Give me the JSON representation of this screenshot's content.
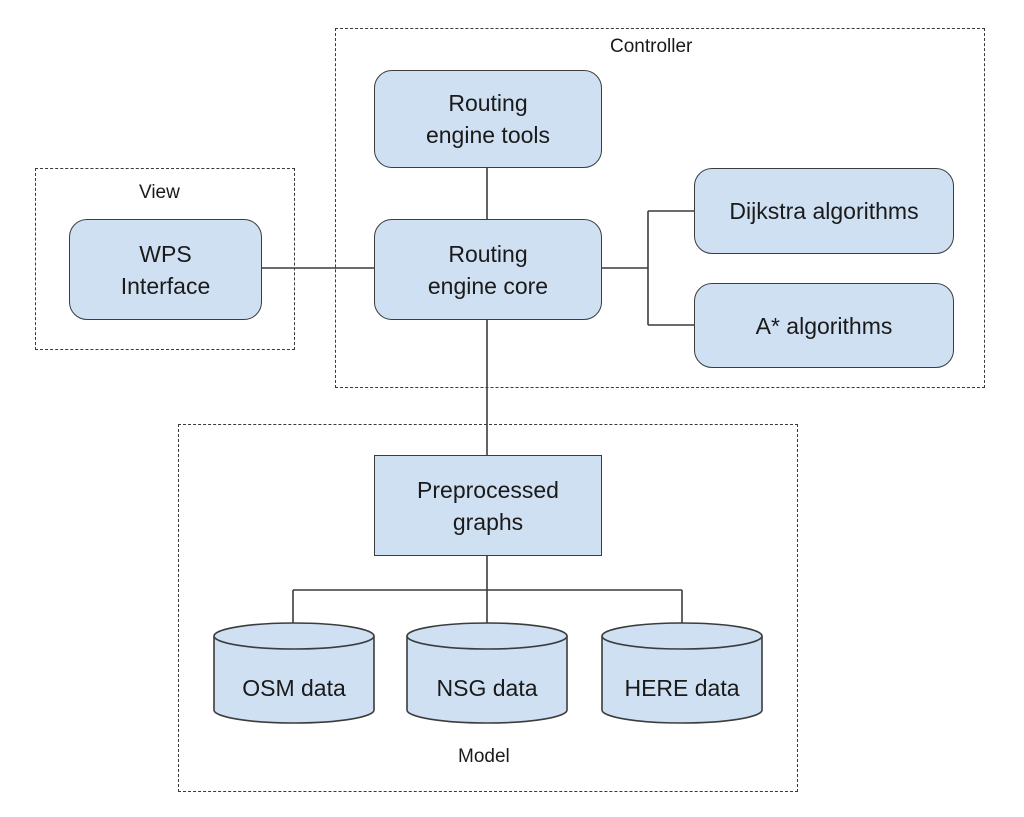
{
  "groups": {
    "controller": "Controller",
    "view": "View",
    "model": "Model"
  },
  "nodes": {
    "routing_engine_tools": "Routing\nengine tools",
    "routing_engine_core": "Routing\nengine core",
    "dijkstra": "Dijkstra algorithms",
    "astar": "A* algorithms",
    "wps_interface": "WPS\nInterface",
    "preprocessed_graphs": "Preprocessed\ngraphs"
  },
  "databases": {
    "osm": "OSM data",
    "nsg": "NSG data",
    "here": "HERE data"
  },
  "colors": {
    "node_fill": "#cfe0f3",
    "stroke": "#3c3c3c"
  }
}
